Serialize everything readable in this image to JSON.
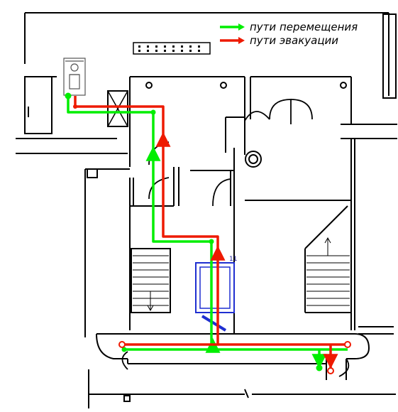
{
  "legend": {
    "movement_label": "пути перемещения",
    "evacuation_label": "пути эвакуации"
  },
  "elevator_label": "11",
  "colors": {
    "movement_route": "#00ee00",
    "evacuation_route": "#ee1a00",
    "walls": "#000000",
    "elevator": "#1f2fd0"
  }
}
